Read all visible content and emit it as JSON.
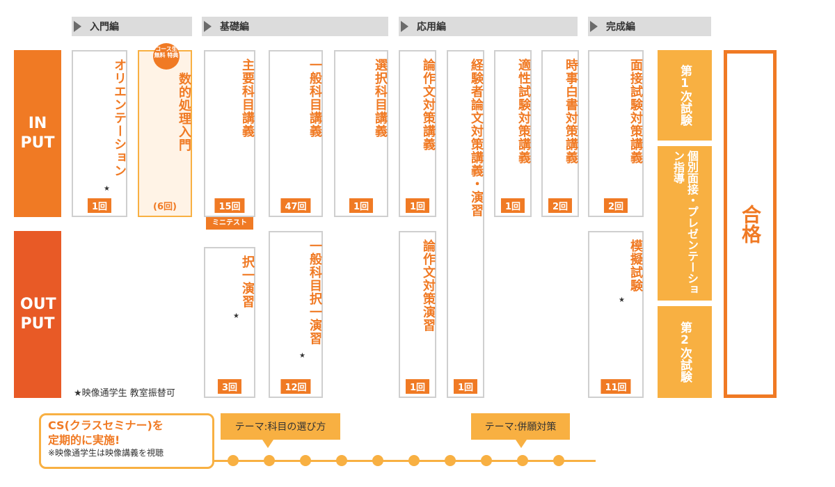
{
  "phases": [
    "入門編",
    "基礎編",
    "応用編",
    "完成編"
  ],
  "bands": {
    "input": "IN PUT",
    "output": "OUT PUT"
  },
  "input_cards": [
    {
      "title": "オリエンテーション",
      "star": "★",
      "count": "1回"
    },
    {
      "title": "数的処理入門",
      "count": "(6回)",
      "badge": "コース生 無料 特典"
    },
    {
      "title": "主要科目講義",
      "count": "15回",
      "sub": "ミニテスト"
    },
    {
      "title": "一般科目講義",
      "count": "47回"
    },
    {
      "title": "選択科目講義",
      "count": "1回"
    },
    {
      "title": "論作文対策講義",
      "count": "1回"
    },
    {
      "title": "経験者論文対策講義・演習",
      "count": "1回"
    },
    {
      "title": "適性試験対策講義",
      "count": "1回"
    },
    {
      "title": "時事白書対策講義",
      "count": "2回"
    },
    {
      "title": "面接試験対策講義",
      "count": "2回"
    }
  ],
  "output_cards": [
    {
      "title": "択一演習",
      "star": "★",
      "count": "3回"
    },
    {
      "title": "一般科目択一演習",
      "star": "★",
      "count": "12回"
    },
    {
      "title": "論作文対策演習",
      "count": "1回"
    },
    {
      "title": "模擬試験",
      "star": "★",
      "count": "11回"
    }
  ],
  "note_star": "★映像通学生 教室振替可",
  "exams": {
    "first": "第1次試験",
    "interview": "個別面接・プレゼンテーション指導",
    "second": "第2次試験"
  },
  "pass": "合格",
  "cs": {
    "title1": "CS(クラスセミナー)を",
    "title2": "定期的に実施!",
    "note": "※映像通学生は映像講義を視聴"
  },
  "themes": [
    "テーマ:科目の選び方",
    "テーマ:併願対策"
  ],
  "colors": {
    "orange": "#f07a24",
    "output": "#e85a26",
    "yellow": "#f8b042"
  }
}
